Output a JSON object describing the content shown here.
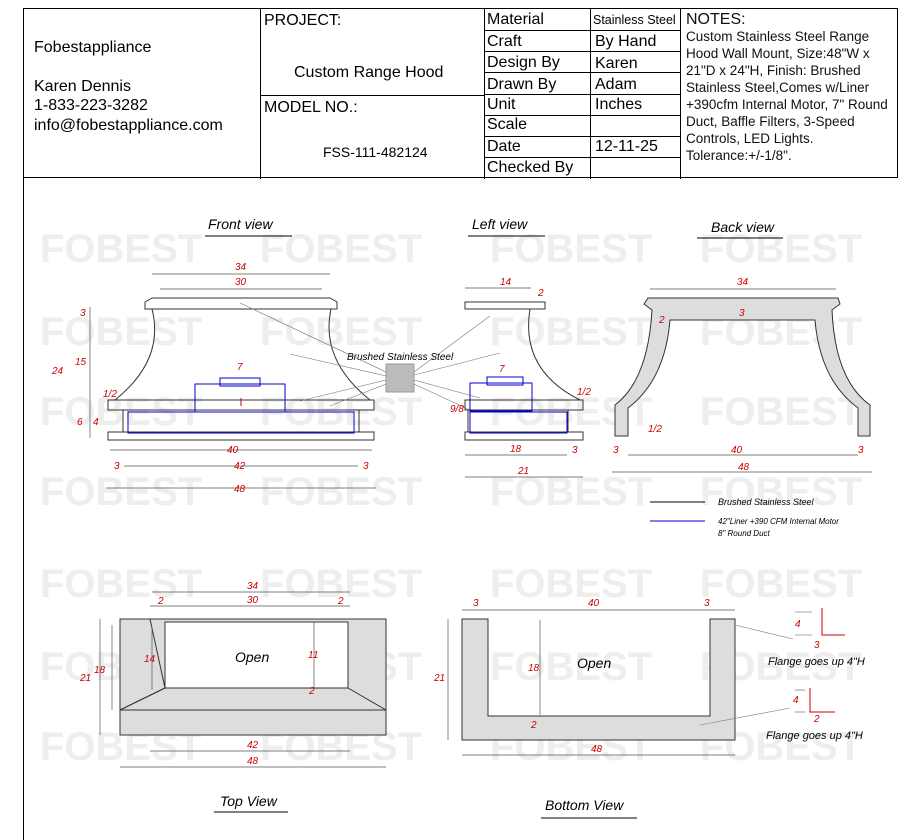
{
  "company": {
    "name": "Fobestappliance",
    "contact_name": "Karen Dennis",
    "phone": "1-833-223-3282",
    "email": "info@fobestappliance.com"
  },
  "project": {
    "label": "PROJECT:",
    "value": "Custom Range Hood",
    "model_label": "MODEL NO.:",
    "model_value": "FSS-111-482124"
  },
  "specs": [
    {
      "label": "Material",
      "value": "Stainless Steel"
    },
    {
      "label": "Craft",
      "value": "By Hand"
    },
    {
      "label": "Design By",
      "value": "Karen"
    },
    {
      "label": "Drawn By",
      "value": "Adam"
    },
    {
      "label": "Unit",
      "value": "Inches"
    },
    {
      "label": "Scale",
      "value": ""
    },
    {
      "label": "Date",
      "value": "12-11-25"
    },
    {
      "label": "Checked By",
      "value": ""
    }
  ],
  "notes": {
    "title": "NOTES:",
    "body": "Custom Stainless Steel Range Hood Wall Mount, Size:48\"W x 21\"D x 24\"H, Finish: Brushed Stainless Steel,Comes w/Liner +390cfm Internal Motor, 7\" Round Duct, Baffle Filters, 3-Speed Controls, LED Lights. Tolerance:+/-1/8\"."
  },
  "drawing": {
    "watermark": "FOBEST",
    "front_view": "Front view",
    "left_view": "Left view",
    "back_view": "Back view",
    "top_view": "Top View",
    "bottom_view": "Bottom View",
    "material_callout": "Brushed Stainless Steel",
    "open": "Open",
    "flange_1": "Flange goes up 4\"H",
    "flange_2": "Flange goes up 4\"H",
    "legend": {
      "stainless": "Brushed Stainless Steel",
      "liner_line1": "42\"Liner +390 CFM Internal Motor",
      "liner_line2": "8\" Round Duct"
    },
    "dims": {
      "d34": "34",
      "d30": "30",
      "d3": "3",
      "d24": "24",
      "d15": "15",
      "d6": "6",
      "d4": "4",
      "d7": "7",
      "d42": "42",
      "d48": "48",
      "d14": "14",
      "d2": "2",
      "d18": "18",
      "d21": "21",
      "d11": "11",
      "d40_3_8": "40",
      "d40_1_2": "40",
      "d9_8": "9/8",
      "d1_2": "1/2"
    }
  }
}
